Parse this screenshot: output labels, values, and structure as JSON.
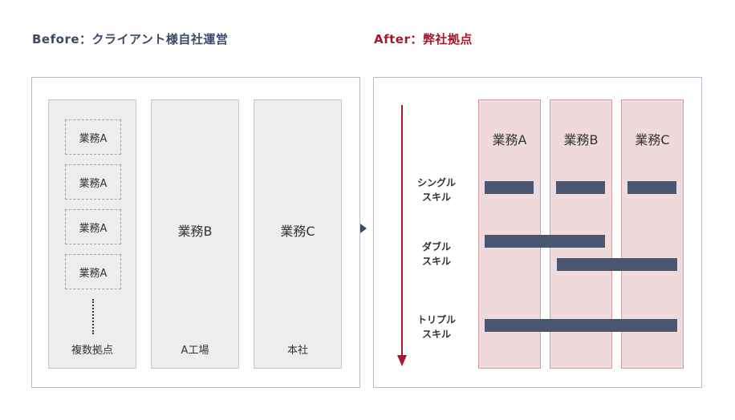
{
  "headings": {
    "before": "Before：クライアント様自社運営",
    "after": "After：弊社拠点"
  },
  "before": {
    "col1": {
      "tasks": [
        "業務A",
        "業務A",
        "業務A",
        "業務A"
      ],
      "footer": "複数拠点"
    },
    "col2": {
      "task": "業務B",
      "footer": "A工場"
    },
    "col3": {
      "task": "業務C",
      "footer": "本社"
    }
  },
  "after": {
    "columns": [
      "業務A",
      "業務B",
      "業務C"
    ],
    "skills": [
      {
        "line1": "シングル",
        "line2": "スキル"
      },
      {
        "line1": "ダブル",
        "line2": "スキル"
      },
      {
        "line1": "トリプル",
        "line2": "スキル"
      }
    ]
  },
  "colors": {
    "before_heading": "#3a4a66",
    "after_heading": "#a01b2b",
    "bar": "#4a5670",
    "after_column": "#eed9db"
  }
}
